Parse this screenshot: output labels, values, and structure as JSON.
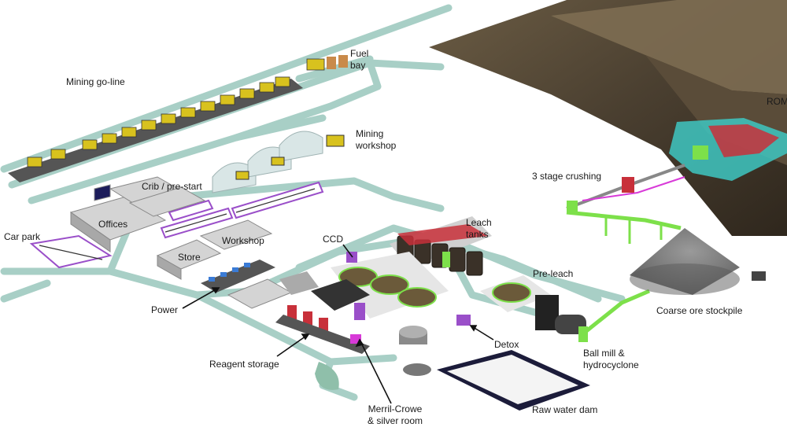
{
  "colors": {
    "background": "#ffffff",
    "road": "#a8cfc6",
    "road_edge": "#7fb5aa",
    "pit_dark": "#3f3528",
    "pit_light": "#8a7a5e",
    "plant_green": "#7de04a",
    "magenta": "#d83ad8",
    "cyan_rom": "#3ec7c2",
    "red_equipment": "#c8303a",
    "yellow_truck": "#d8c21e",
    "building_grey": "#c9c9c9",
    "stockpile": "#7a7a7a"
  },
  "labels": {
    "mining_goline": "Mining go-line",
    "fuel_bay_1": "Fuel",
    "fuel_bay_2": "bay",
    "rom": "ROM",
    "mining_workshop_1": "Mining",
    "mining_workshop_2": "workshop",
    "crib": "Crib / pre-start",
    "car_park": "Car park",
    "offices": "Offices",
    "workshop": "Workshop",
    "store": "Store",
    "ccd": "CCD",
    "leach_tanks_1": "Leach",
    "leach_tanks_2": "tanks",
    "three_stage_crushing": "3 stage crushing",
    "pre_leach": "Pre-leach",
    "power": "Power",
    "coarse_ore_stockpile": "Coarse ore stockpile",
    "detox": "Detox",
    "ball_mill_1": "Ball mill &",
    "ball_mill_2": "hydrocyclone",
    "reagent_storage": "Reagent storage",
    "raw_water_dam": "Raw water dam",
    "merril_crowe_1": "Merril-Crowe",
    "merril_crowe_2": "& silver room"
  },
  "icons": {
    "trucks": "haul-truck-icon",
    "tanks": "leach-tank-icon",
    "thickeners": "thickener-icon"
  }
}
